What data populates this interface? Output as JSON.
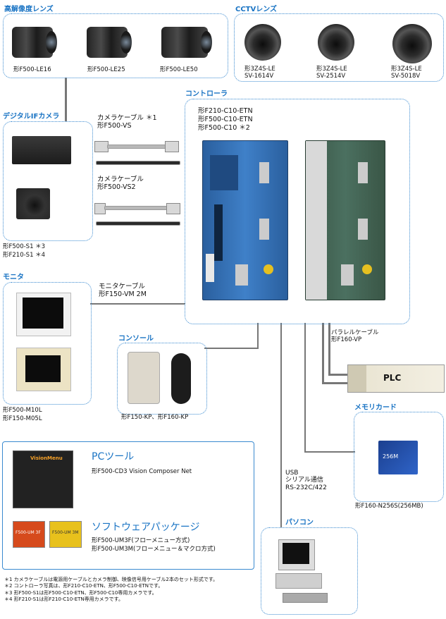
{
  "sections": {
    "hr_lens": "高解像度レンズ",
    "cctv_lens": "CCTVレンズ",
    "controller": "コントローラ",
    "digital_camera": "デジタルIFカメラ",
    "monitor": "モニタ",
    "console": "コンソール",
    "memory_card": "メモリカード",
    "pc": "パソコン"
  },
  "hr_lenses": [
    "形F500-LE16",
    "形F500-LE25",
    "形F500-LE50"
  ],
  "cctv_lenses": [
    {
      "line1": "形3Z4S-LE",
      "line2": "SV-1614V"
    },
    {
      "line1": "形3Z4S-LE",
      "line2": "SV-2514V"
    },
    {
      "line1": "形3Z4S-LE",
      "line2": "SV-5018V"
    }
  ],
  "controller_models": [
    "形F210-C10-ETN",
    "形F500-C10-ETN",
    "形F500-C10 ＊2"
  ],
  "cables": {
    "camera1_l1": "カメラケーブル ＊1",
    "camera1_l2": "形F500-VS",
    "camera2_l1": "カメラケーブル",
    "camera2_l2": "形F500-VS2",
    "monitor_l1": "モニタケーブル",
    "monitor_l2": "形F150-VM 2M",
    "parallel_l1": "パラレルケーブル",
    "parallel_l2": "形F160-VP"
  },
  "cameras": [
    "形F500-S1 ＊3",
    "形F210-S1 ＊4"
  ],
  "monitors": [
    "形F500-M10L",
    "形F150-M05L"
  ],
  "console_models": "形F150-KP、形F160-KP",
  "plc_label": "PLC",
  "memory_card_model": "形F160-N256S(256MB)",
  "memory_card_text": "256M",
  "connection": [
    "USB",
    "シリアル通信",
    "RS-232C/422"
  ],
  "software": {
    "pc_tool_title": "PCツール",
    "pc_tool_model": "形F500-CD3  Vision Composer Net",
    "package_title": "ソフトウェアパッケージ",
    "package_items": [
      "形F500-UM3F(フローメニュー方式)",
      "形F500-UM3M(フローメニュー＆マクロ方式)"
    ],
    "cd_text": "VisionMenu",
    "box1_text": "F500-UM 3F",
    "box2_text": "F500-UM 3M"
  },
  "footnotes": [
    "＊1 カメラケーブルは電源用ケーブルとカメラ制御、映像信号用ケーブル2本のセット形式です。",
    "＊2 コントローラ写真は、形F210-C10-ETN、形F500-C10-ETNです。",
    "＊3 形F500-S1は形F500-C10-ETN、形F500-C10専用カメラです。",
    "＊4 形F210-S1は形F210-C10-ETN専用カメラです。"
  ],
  "colors": {
    "accent": "#1a74c4",
    "border": "#3a8ad0",
    "controller_blue": "#2f6fb5",
    "controller_green": "#3c5a4a"
  }
}
